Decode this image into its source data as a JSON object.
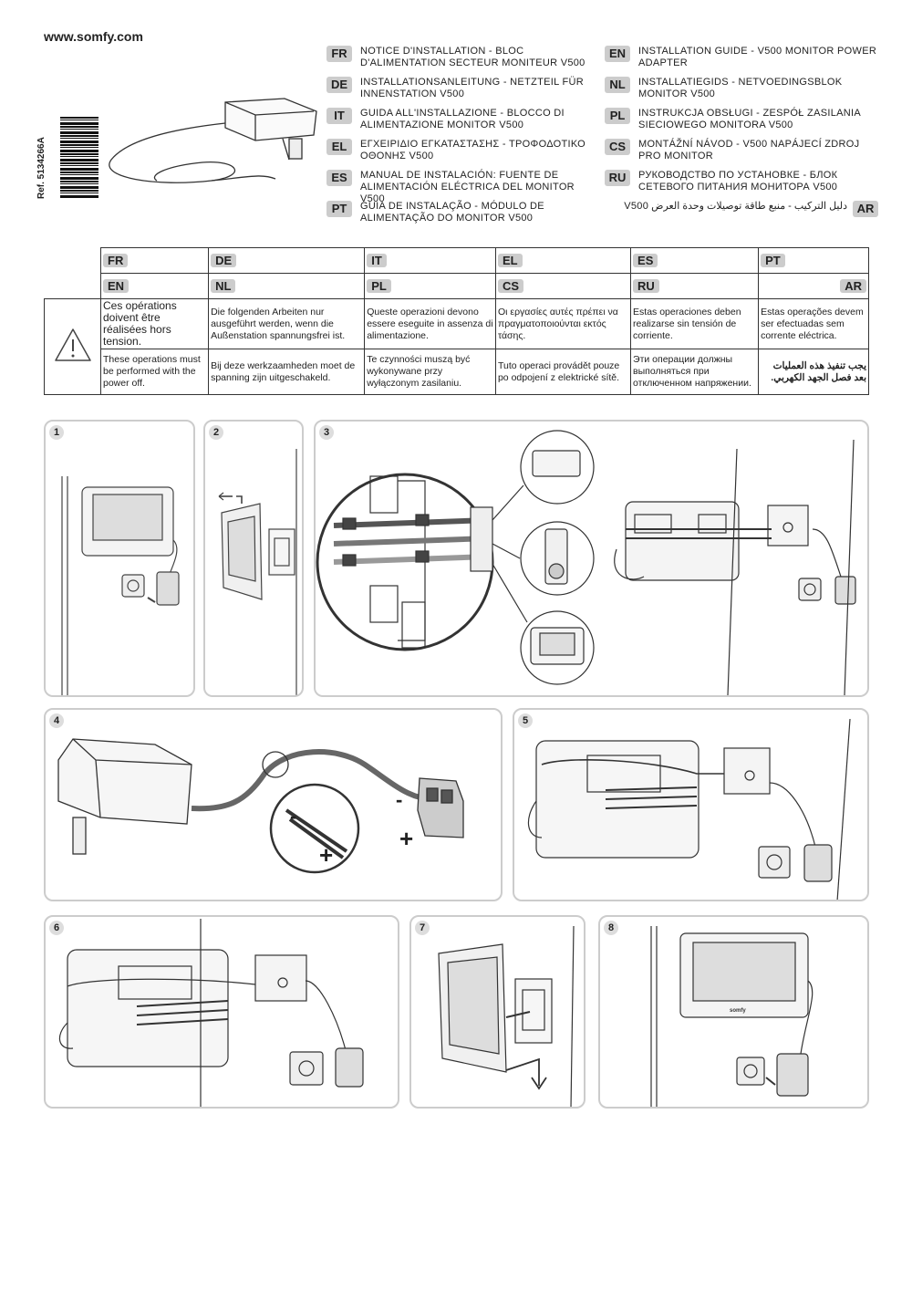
{
  "header": {
    "url": "www.somfy.com",
    "ref": "Ref. 5134266A"
  },
  "titles": {
    "left": [
      {
        "code": "FR",
        "text": "NOTICE D'INSTALLATION - BLOC D'ALIMENTATION SECTEUR MONITEUR V500"
      },
      {
        "code": "DE",
        "text": "INSTALLATIONSANLEITUNG - NETZTEIL FÜR INNENSTATION V500"
      },
      {
        "code": "IT",
        "text": "GUIDA ALL'INSTALLAZIONE - BLOCCO DI ALIMENTAZIONE MONITOR V500"
      },
      {
        "code": "EL",
        "text": "ΕΓΧΕΙΡΙΔΙΟ ΕΓΚΑΤΑΣΤΑΣΗΣ - ΤΡΟΦΟΔΟΤΙΚΟ ΟΘΟΝΗΣ V500"
      },
      {
        "code": "ES",
        "text": "MANUAL DE INSTALACIÓN: FUENTE DE ALIMENTACIÓN ELÉCTRICA DEL MONITOR V500"
      },
      {
        "code": "PT",
        "text": "GUIA DE INSTALAÇÃO - MÓDULO DE ALIMENTAÇÃO DO MONITOR V500"
      }
    ],
    "right": [
      {
        "code": "EN",
        "text": "INSTALLATION GUIDE - V500 MONITOR POWER ADAPTER"
      },
      {
        "code": "NL",
        "text": "INSTALLATIEGIDS - NETVOEDINGSBLOK MONITOR V500"
      },
      {
        "code": "PL",
        "text": "INSTRUKCJA OBSŁUGI - ZESPÓŁ ZASILANIA SIECIOWEGO MONITORA V500"
      },
      {
        "code": "CS",
        "text": "MONTÁŽNÍ NÁVOD - V500 NAPÁJECÍ ZDROJ PRO MONITOR"
      },
      {
        "code": "RU",
        "text": "РУКОВОДСТВО ПО УСТАНОВКЕ - БЛОК СЕТЕВОГО ПИТАНИЯ МОНИТОРА V500"
      }
    ],
    "ar": {
      "code": "AR",
      "text": "دليل التركيب - منبع طاقة توصيلات وحدة العرض V500"
    }
  },
  "table": {
    "header1": [
      "FR",
      "DE",
      "IT",
      "EL",
      "ES",
      "PT"
    ],
    "header2": [
      "EN",
      "NL",
      "PL",
      "CS",
      "RU",
      "AR"
    ],
    "row1": [
      "Ces opérations doivent être réalisées hors tension.",
      "Die folgenden Arbeiten nur ausgeführt werden, wenn die Außenstation spannungsfrei ist.",
      "Queste operazioni devono essere eseguite in assenza di alimentazione.",
      "Οι εργασίες αυτές πρέπει να πραγματοποιούνται εκτός τάσης.",
      "Estas operaciones deben realizarse sin tensión de corriente.",
      "Estas operações devem ser efectuadas sem corrente eléctrica."
    ],
    "row2": [
      "These operations must be performed with the power off.",
      "Bij deze werkzaamheden moet de spanning zijn uitgeschakeld.",
      "Te czynności muszą być wykonywane przy wyłączonym zasilaniu.",
      "Tuto operaci provádět pouze po odpojení z elektrické sítě.",
      "Эти операции должны выполняться при отключенном напряжении.",
      "يجب تنفيذ هذه العمليات بعد فصل الجهد الكهربي."
    ]
  },
  "steps": [
    "1",
    "2",
    "3",
    "4",
    "5",
    "6",
    "7",
    "8"
  ],
  "diagram_labels": {
    "minus": "-",
    "plus": "+",
    "brand": "somfy"
  }
}
